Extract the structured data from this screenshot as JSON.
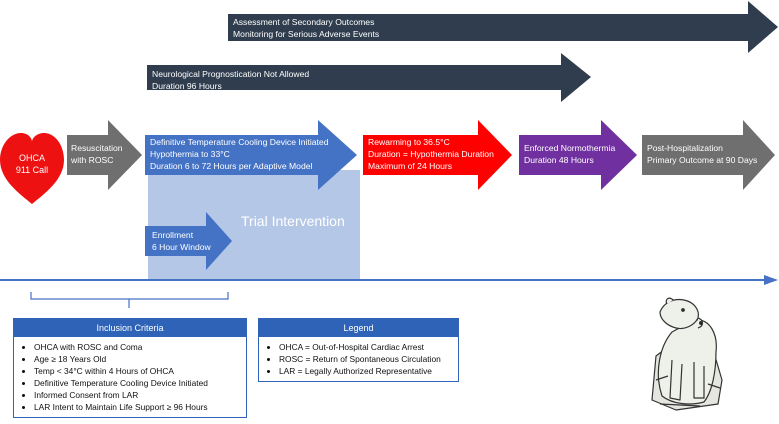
{
  "colors": {
    "navy": "#2f3d4e",
    "blue": "#4472c4",
    "gray": "#6f6f6f",
    "red": "#ff0000",
    "purple": "#7030a0",
    "light_blue": "#b4c7e7",
    "heart": "#ee1111",
    "timeline": "#4472c4"
  },
  "heart": {
    "line1": "OHCA",
    "line2": "911 Call",
    "icon": "heart-icon"
  },
  "arrows": {
    "secondary": {
      "line1": "Assessment of Secondary Outcomes",
      "line2": "Monitoring for Serious Adverse Events"
    },
    "neuro": {
      "line1": "Neurological Prognostication Not Allowed",
      "line2": "Duration 96 Hours"
    },
    "resuscitation": {
      "line1": "Resuscitation",
      "line2": "with ROSC"
    },
    "cooling": {
      "line1": "Definitive Temperature Cooling Device Initiated",
      "line2": "Hypothermia to 33°C",
      "line3": "Duration 6 to 72 Hours per Adaptive Model"
    },
    "rewarming": {
      "line1": "Rewarming to 36.5°C",
      "line2": "Duration = Hypothermia Duration",
      "line3": "Maximum of 24 Hours"
    },
    "normothermia": {
      "line1": "Enforced Normothermia",
      "line2": "Duration 48 Hours"
    },
    "post": {
      "line1": "Post-Hospitalization",
      "line2": "Primary Outcome at 90 Days"
    },
    "enrollment": {
      "line1": "Enrollment",
      "line2": "6 Hour Window"
    }
  },
  "trial_intervention_label": "Trial Intervention",
  "inclusion": {
    "title": "Inclusion Criteria",
    "items": [
      "OHCA with ROSC and Coma",
      "Age ≥ 18 Years Old",
      "Temp < 34°C within 4 Hours of OHCA",
      "Definitive Temperature Cooling Device Initiated",
      "Informed Consent from LAR",
      "LAR Intent to Maintain Life Support ≥ 96 Hours"
    ]
  },
  "legend": {
    "title": "Legend",
    "items": [
      "OHCA = Out-of-Hospital Cardiac Arrest",
      "ROSC = Return of Spontaneous Circulation",
      "LAR = Legally Authorized Representative"
    ]
  },
  "mascot": {
    "icon": "polar-bear-icon"
  }
}
